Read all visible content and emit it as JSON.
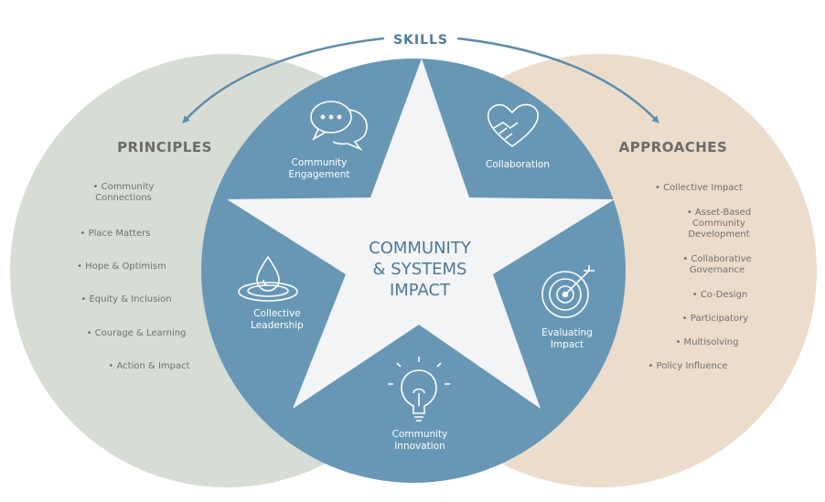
{
  "skills_label": "SKILLS",
  "principles": {
    "title": "PRINCIPLES",
    "items": [
      "• Community\nConnections",
      "• Place Matters",
      "• Hope & Optimism",
      "• Equity & Inclusion",
      "• Courage & Learning",
      "• Action & Impact"
    ]
  },
  "approaches": {
    "title": "APPROACHES",
    "items": [
      "• Collective Impact",
      "• Asset-Based\nCommunity\nDevelopment",
      "• Collaborative\nGovernance",
      "• Co-Design",
      "• Participatory",
      "• Multisolving",
      "• Policy Influence"
    ]
  },
  "center": {
    "lines": [
      "COMMUNITY",
      "& SYSTEMS",
      "IMPACT"
    ]
  },
  "skills": {
    "community_engagement": "Community\nEngagement",
    "collaboration": "Collaboration",
    "collective_leadership": "Collective\nLeadership",
    "evaluating_impact": "Evaluating\nImpact",
    "community_innovation": "Community\nInnovation"
  },
  "icons": {
    "community_engagement": "chat-bubbles-icon",
    "collaboration": "handshake-heart-icon",
    "collective_leadership": "water-drop-icon",
    "evaluating_impact": "target-icon",
    "community_innovation": "lightbulb-icon"
  },
  "colors": {
    "left_circle": "#d7dcd5",
    "right_circle": "#ecdccb",
    "center_circle": "#6797b5",
    "star": "#f2f4f5",
    "skills_text": "#4d7c9d",
    "arrow": "#5d8cab",
    "side_title": "#6b6b6b",
    "side_item": "#6f6f6f",
    "center_text": "#4f7896",
    "skill_text": "#ffffff"
  }
}
